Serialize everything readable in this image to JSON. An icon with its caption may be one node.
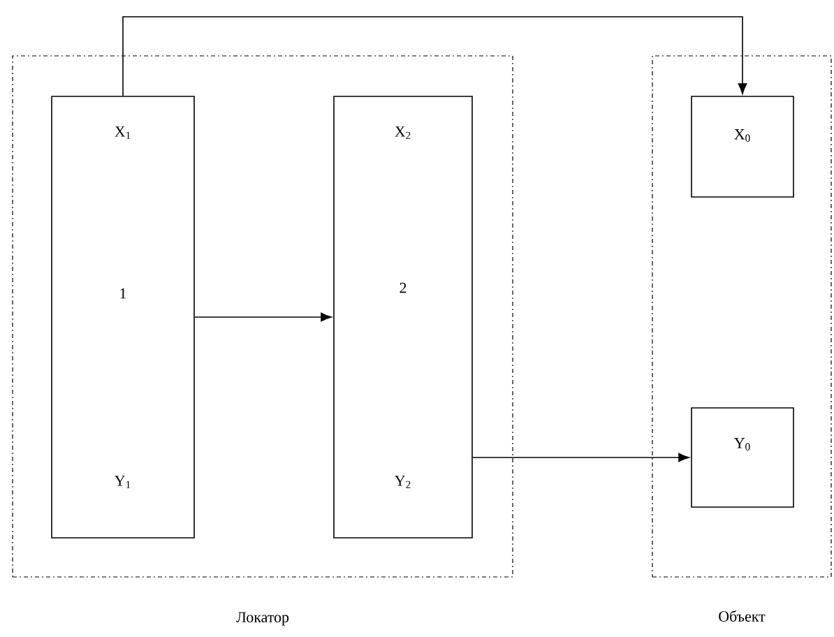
{
  "diagram": {
    "nodes": [
      {
        "text": [
          "Локатор"
        ]
      },
      {
        "text": [
          "X$_{1}$",
          "1",
          "Y$_{1}$"
        ],
        "in": 0
      },
      {
        "text": [
          "X$_{2}$",
          "2",
          "Y$_{2}$"
        ],
        "in": 0
      },
      {
        "text": [
          "Объект"
        ]
      },
      {
        "text": [
          "X$_{0}$"
        ],
        "in": 3
      },
      {
        "text": [
          "Y$_{0}$"
        ],
        "in": 3
      }
    ],
    "edges": [
      {
        "from": 1,
        "to": 4,
        "arrow": "to"
      },
      {
        "from": 1,
        "to": 2,
        "arrow": "to"
      },
      {
        "from": 2,
        "to": 5,
        "arrow": "to"
      }
    ]
  }
}
